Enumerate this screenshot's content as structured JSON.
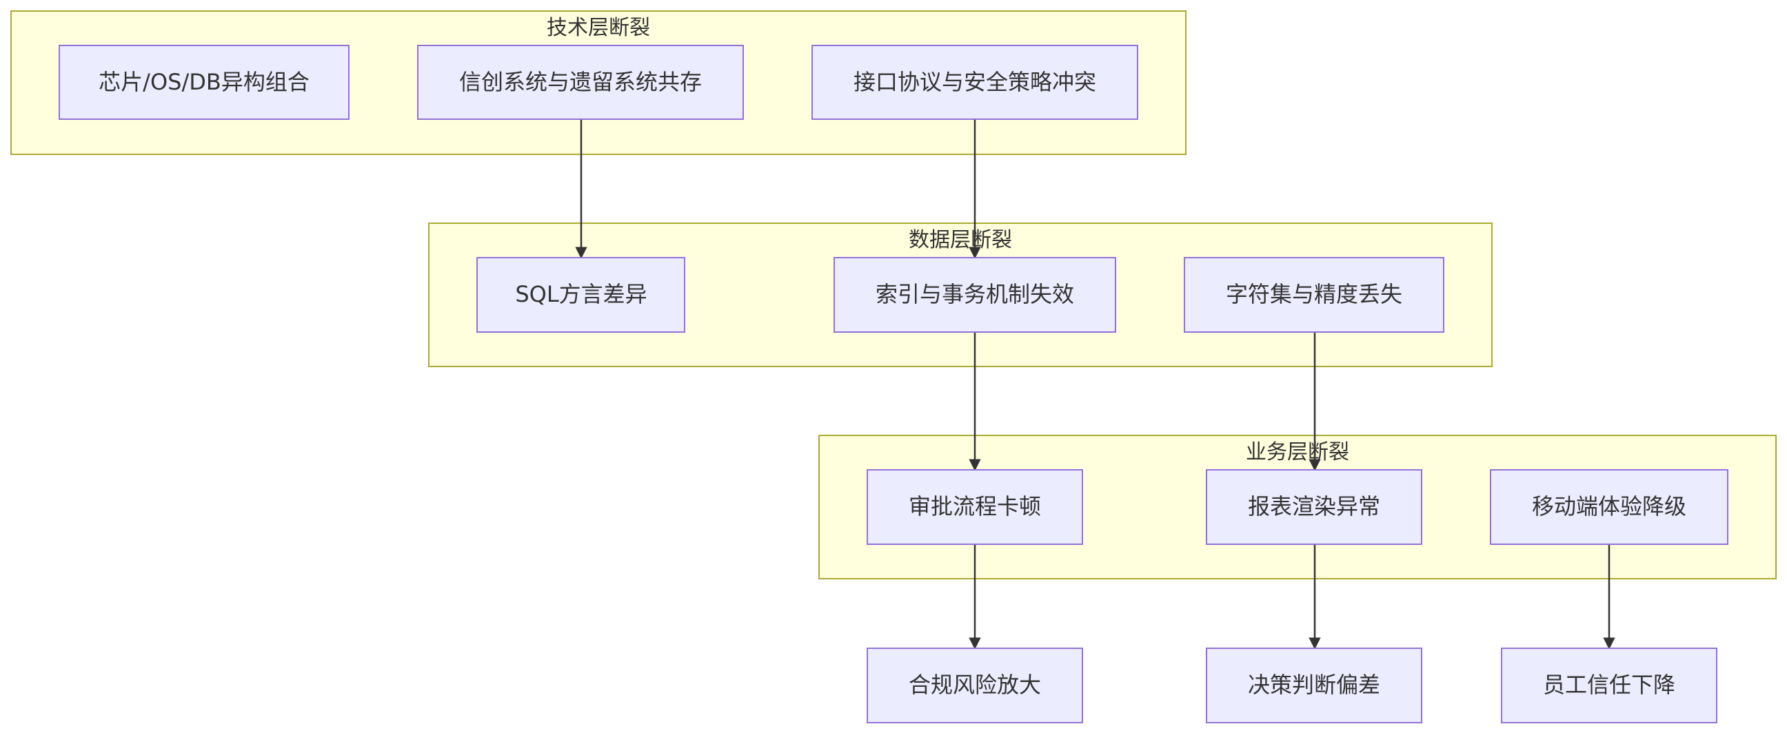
{
  "diagram": {
    "type": "flowchart",
    "direction": "top-down",
    "colors": {
      "cluster_fill": "#ffffde",
      "cluster_stroke": "#aaaa33",
      "node_fill": "#ececff",
      "node_stroke": "#9370db",
      "edge": "#333333",
      "text": "#333333"
    },
    "clusters": {
      "tech": {
        "label": "技术层断裂"
      },
      "data": {
        "label": "数据层断裂"
      },
      "biz": {
        "label": "业务层断裂"
      }
    },
    "nodes": {
      "n_chip": "芯片/OS/DB异构组合",
      "n_coexist": "信创系统与遗留系统共存",
      "n_iface": "接口协议与安全策略冲突",
      "n_sql": "SQL方言差异",
      "n_index": "索引与事务机制失效",
      "n_charset": "字符集与精度丢失",
      "n_approval": "审批流程卡顿",
      "n_report": "报表渲染异常",
      "n_mobile": "移动端体验降级",
      "n_compliance": "合规风险放大",
      "n_decision": "决策判断偏差",
      "n_trust": "员工信任下降"
    },
    "edges": [
      {
        "from": "n_coexist",
        "to": "n_sql"
      },
      {
        "from": "n_iface",
        "to": "n_index"
      },
      {
        "from": "n_index",
        "to": "n_approval"
      },
      {
        "from": "n_charset",
        "to": "n_report"
      },
      {
        "from": "n_approval",
        "to": "n_compliance"
      },
      {
        "from": "n_report",
        "to": "n_decision"
      },
      {
        "from": "n_mobile",
        "to": "n_trust"
      }
    ]
  }
}
